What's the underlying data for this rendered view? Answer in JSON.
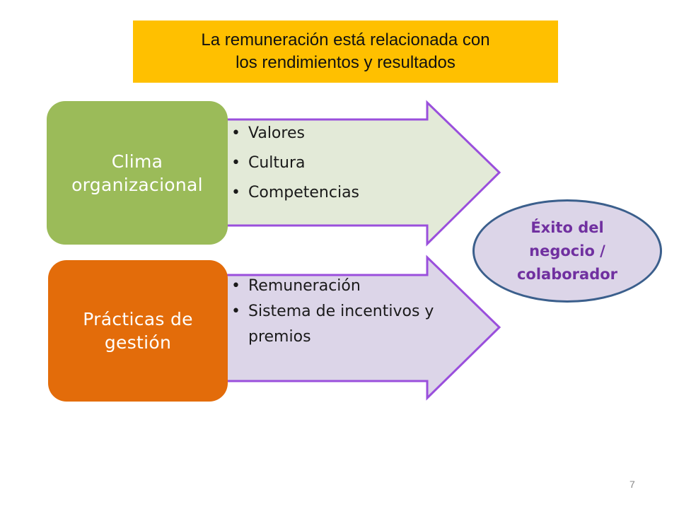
{
  "banner": {
    "line1": "La remuneración está relacionada con",
    "line2": "los rendimientos y resultados"
  },
  "group1": {
    "label_line1": "Clima",
    "label_line2": "organizacional",
    "items": [
      "Valores",
      "Cultura",
      "Competencias"
    ]
  },
  "group2": {
    "label_line1": "Prácticas de",
    "label_line2": "gestión",
    "items": [
      "Remuneración",
      "Sistema de incentivos y premios"
    ]
  },
  "outcome": {
    "line1": "Éxito del",
    "line2": "negocio /",
    "line3": "colaborador"
  },
  "page_number": "7",
  "colors": {
    "banner": "#ffc000",
    "green_box": "#9bbb59",
    "orange_box": "#e36c0a",
    "arrow1_fill": "#e3ead8",
    "arrow2_fill": "#dcd5e8",
    "arrow_border": "#9a4fdc",
    "oval_border": "#3b5f8c",
    "outcome_text": "#7030a0"
  }
}
